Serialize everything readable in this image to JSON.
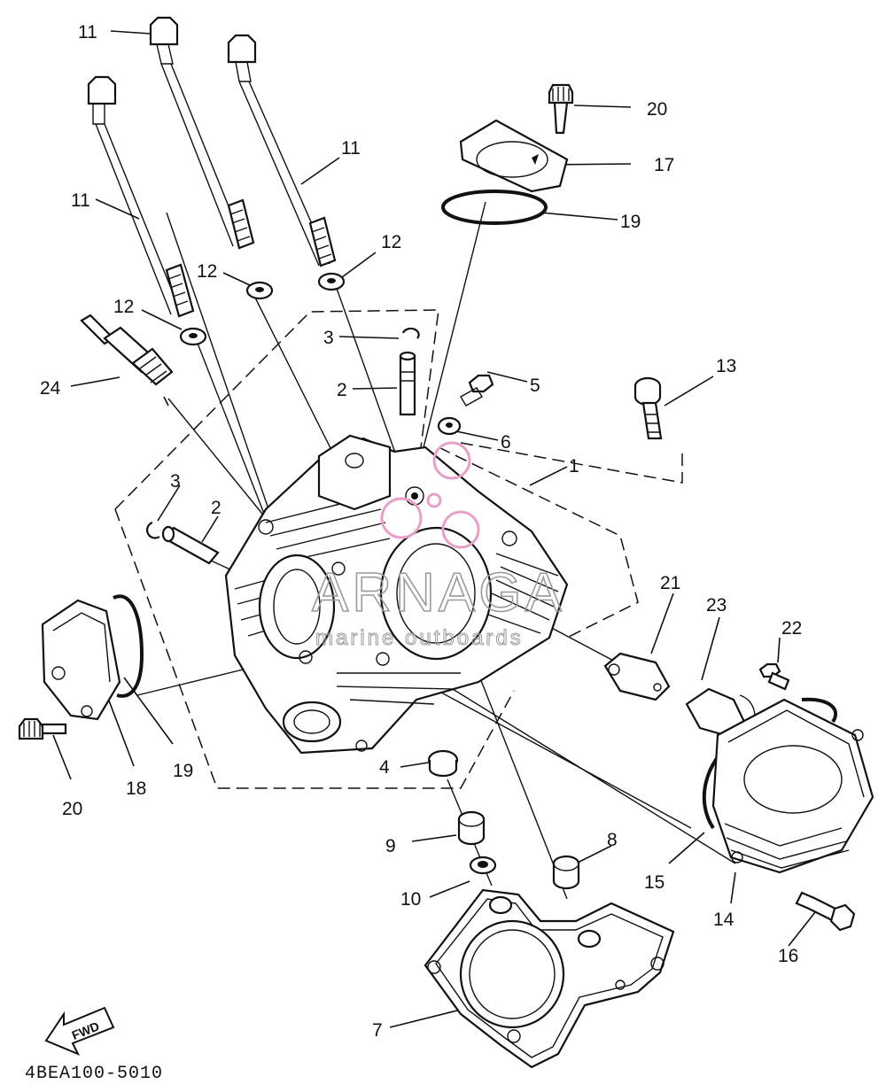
{
  "diagram_code": "4BEA100-5010",
  "arrow_label": "FWD",
  "watermark": {
    "brand": "ARNAGA",
    "tagline": "marine outboards"
  },
  "callouts": {
    "c11a": "11",
    "c11b": "11",
    "c11c": "11",
    "c12a": "12",
    "c12b": "12",
    "c12c": "12",
    "c20a": "20",
    "c17": "17",
    "c19a": "19",
    "c3a": "3",
    "c2a": "2",
    "c24": "24",
    "c5": "5",
    "c6": "6",
    "c13": "13",
    "c1": "1",
    "c3b": "3",
    "c2b": "2",
    "c21": "21",
    "c23": "23",
    "c22": "22",
    "c19b": "19",
    "c18": "18",
    "c20b": "20",
    "c4": "4",
    "c9": "9",
    "c8": "8",
    "c10": "10",
    "c15": "15",
    "c14": "14",
    "c16": "16",
    "c7": "7"
  }
}
